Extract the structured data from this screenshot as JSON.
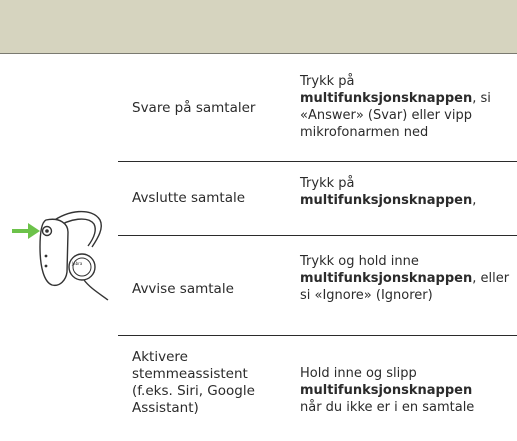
{
  "header": {
    "title": ""
  },
  "rows": [
    {
      "action": "Svare på samtaler",
      "desc_pre": "Trykk på",
      "desc_bold": "multifunksjonsknappen",
      "desc_post": ", si «Answer» (Svar) eller vipp mikrofonarmen ned"
    },
    {
      "action": "Avslutte samtale",
      "desc_pre": "Trykk på",
      "desc_bold": "multifunksjonsknappen",
      "desc_post": ","
    },
    {
      "action": "Avvise samtale",
      "desc_pre": "Trykk og hold inne",
      "desc_bold": "multifunksjonsknappen",
      "desc_post": ", eller si «Ignore» (Ignorer)"
    },
    {
      "action": "Aktivere stemmeassistent (f.eks. Siri, Google Assistant)",
      "desc_pre": "Hold inne og slipp",
      "desc_bold": "multifunksjonsknappen",
      "desc_post": "når du ikke er i en samtale"
    }
  ],
  "illustration": {
    "arrow_color": "#6cc24a",
    "brand_mark": "Jabra"
  }
}
